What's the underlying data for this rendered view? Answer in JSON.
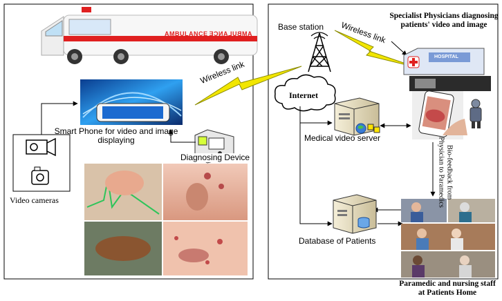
{
  "labels": {
    "ambulance": "AMBULANCE",
    "ambulance_mirrored": "AMBULANCE",
    "smartphone": "Smart Phone for video and image displaying",
    "diagnosing_device": "Diagnosing Device",
    "video_cameras": "Video cameras",
    "wireless_link_left": "Wireless link",
    "wireless_link_right": "Wireless link",
    "base_station": "Base station",
    "internet": "Internet",
    "medical_video_server": "Medical video server",
    "database_of_patients": "Database of Patients",
    "specialist_physicians": "Specialist Physicians diagnosing patients' video and image",
    "hospital_sign": "HOSPITAL",
    "bio_feedback": "Bio-feedback from Physician to Paramedics",
    "paramedic_staff": "Paramedic and nursing staff at Patients Home"
  },
  "colors": {
    "ambulance_red": "#e02020",
    "wireless_bolt": "#f2e600",
    "wireless_bolt_stroke": "#8c8c00",
    "server_beige": "#e9dfc0",
    "hospital_blue": "#7a9ad6",
    "phone_blue": "#1e6fd0",
    "skin_tone": "#e9b7a3"
  },
  "icons": [
    "ambulance-icon",
    "smartphone-icon",
    "diagnosing-device-icon",
    "video-camera-icon",
    "still-camera-icon",
    "antenna-tower-icon",
    "internet-cloud-icon",
    "server-icon",
    "database-server-icon",
    "hospital-icon",
    "doctor-phone-icon",
    "robot-doctor-icon",
    "patient-photos",
    "nursing-photos"
  ]
}
